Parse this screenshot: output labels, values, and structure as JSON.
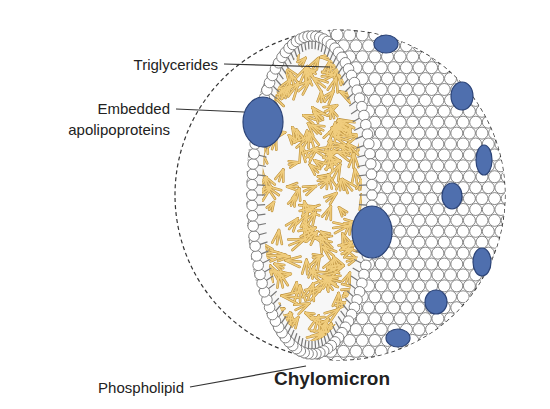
{
  "diagram": {
    "title": "Chylomicron",
    "labels": [
      "Triglycerides",
      "Embedded apolipoproteins",
      "Phospholipid"
    ]
  }
}
